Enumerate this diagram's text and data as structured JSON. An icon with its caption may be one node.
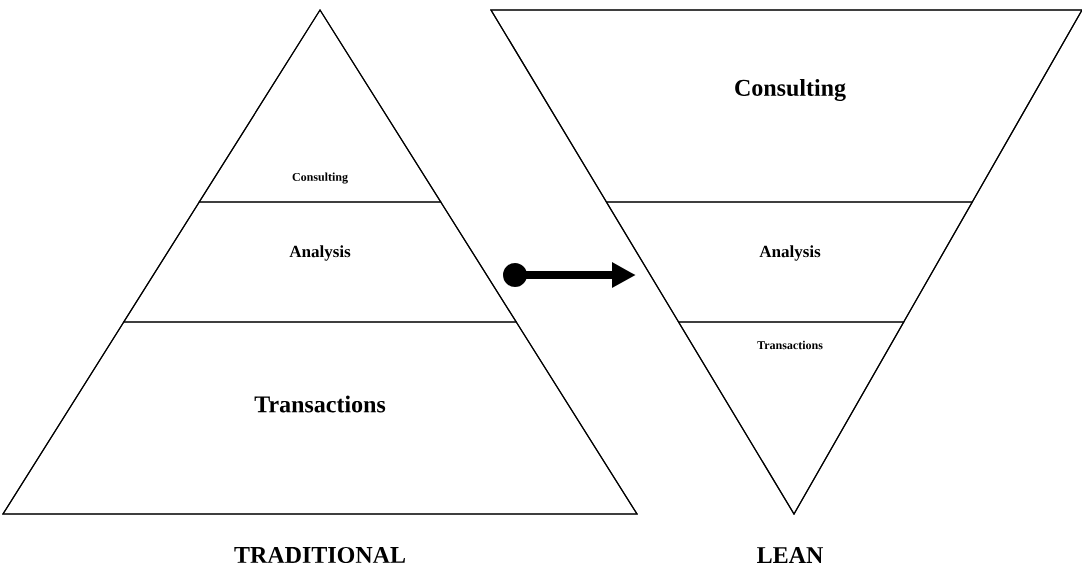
{
  "diagram": {
    "nodes": [
      {
        "text": [
          "TRADITIONAL"
        ]
      },
      {
        "text": [
          "Consulting"
        ],
        "in": 0
      },
      {
        "text": [
          "Analysis"
        ],
        "in": 0
      },
      {
        "text": [
          "Transactions"
        ],
        "in": 0
      },
      {
        "text": [
          "LEAN"
        ]
      },
      {
        "text": [
          "Consulting"
        ],
        "in": 4
      },
      {
        "text": [
          "Analysis"
        ],
        "in": 4
      },
      {
        "text": [
          "Transactions"
        ],
        "in": 4
      }
    ],
    "edges": [
      {
        "from": 0,
        "to": 4,
        "arrow": "to"
      }
    ]
  }
}
